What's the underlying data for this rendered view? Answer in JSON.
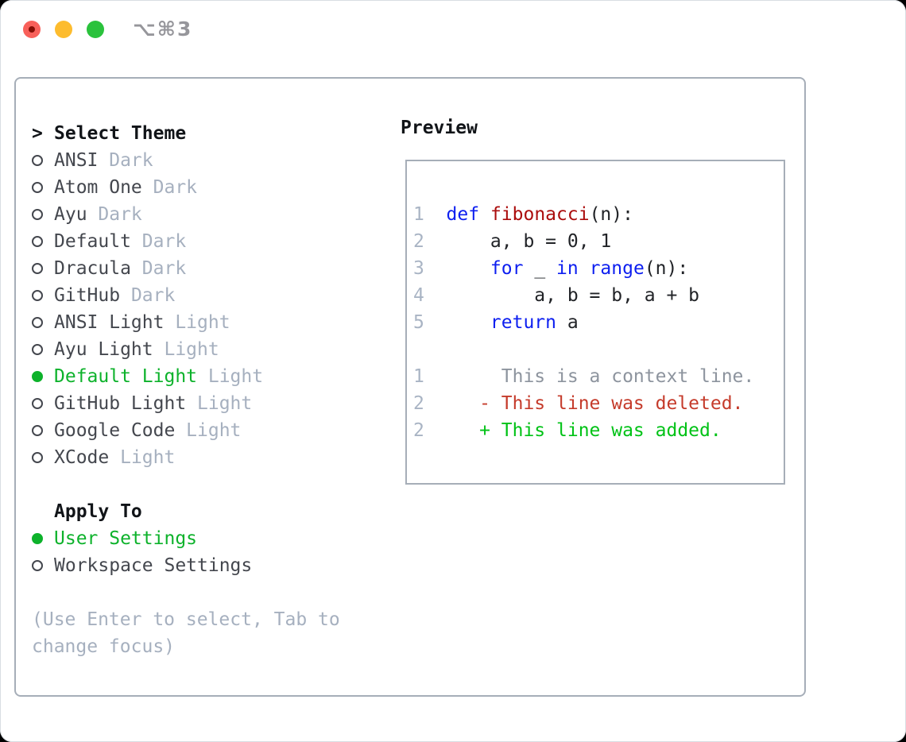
{
  "window": {
    "title": "⌥⌘3"
  },
  "theme_picker": {
    "prompt": ">",
    "title": "Select Theme",
    "themes": [
      {
        "name": "ANSI",
        "variant": "Dark",
        "selected": false
      },
      {
        "name": "Atom One",
        "variant": "Dark",
        "selected": false
      },
      {
        "name": "Ayu",
        "variant": "Dark",
        "selected": false
      },
      {
        "name": "Default",
        "variant": "Dark",
        "selected": false
      },
      {
        "name": "Dracula",
        "variant": "Dark",
        "selected": false
      },
      {
        "name": "GitHub",
        "variant": "Dark",
        "selected": false
      },
      {
        "name": "ANSI Light",
        "variant": "Light",
        "selected": false
      },
      {
        "name": "Ayu Light",
        "variant": "Light",
        "selected": false
      },
      {
        "name": "Default Light",
        "variant": "Light",
        "selected": true
      },
      {
        "name": "GitHub Light",
        "variant": "Light",
        "selected": false
      },
      {
        "name": "Google Code",
        "variant": "Light",
        "selected": false
      },
      {
        "name": "XCode",
        "variant": "Light",
        "selected": false
      }
    ],
    "apply_to": {
      "title": "Apply To",
      "options": [
        {
          "label": "User Settings",
          "selected": true
        },
        {
          "label": "Workspace Settings",
          "selected": false
        }
      ]
    },
    "hint": "(Use Enter to select, Tab to change focus)"
  },
  "preview": {
    "title": "Preview",
    "lines": [
      {
        "num": "1",
        "tokens": [
          {
            "text": "def",
            "cls": "kw"
          },
          {
            "text": " ",
            "cls": "plain"
          },
          {
            "text": "fibonacci",
            "cls": "fn"
          },
          {
            "text": "(n):",
            "cls": "plain"
          }
        ]
      },
      {
        "num": "2",
        "tokens": [
          {
            "text": "    a, b = 0, 1",
            "cls": "plain"
          }
        ]
      },
      {
        "num": "3",
        "tokens": [
          {
            "text": "    ",
            "cls": "plain"
          },
          {
            "text": "for",
            "cls": "kw"
          },
          {
            "text": " _ ",
            "cls": "plain"
          },
          {
            "text": "in",
            "cls": "kw"
          },
          {
            "text": " ",
            "cls": "plain"
          },
          {
            "text": "range",
            "cls": "kw"
          },
          {
            "text": "(n):",
            "cls": "plain"
          }
        ]
      },
      {
        "num": "4",
        "tokens": [
          {
            "text": "        a, b = b, a + b",
            "cls": "plain"
          }
        ]
      },
      {
        "num": "5",
        "tokens": [
          {
            "text": "    ",
            "cls": "plain"
          },
          {
            "text": "return",
            "cls": "kw"
          },
          {
            "text": " a",
            "cls": "plain"
          }
        ]
      },
      {
        "num": "",
        "tokens": []
      },
      {
        "num": "1",
        "tokens": [
          {
            "text": "     This is a context line.",
            "cls": "ctx"
          }
        ]
      },
      {
        "num": "2",
        "tokens": [
          {
            "text": "   - This line was deleted.",
            "cls": "del"
          }
        ]
      },
      {
        "num": "2",
        "tokens": [
          {
            "text": "   + This line was added.",
            "cls": "add"
          }
        ]
      }
    ]
  },
  "colors": {
    "selection_green": "#0db22b",
    "added_green": "#00c216",
    "deleted_red": "#c53b2b",
    "keyword_blue": "#0d1ff0",
    "function_red": "#ab0d0d",
    "muted_gray": "#a6b0bf",
    "traffic_close": "#f8605a",
    "traffic_min": "#fdbc2e",
    "traffic_zoom": "#2ac23c"
  }
}
